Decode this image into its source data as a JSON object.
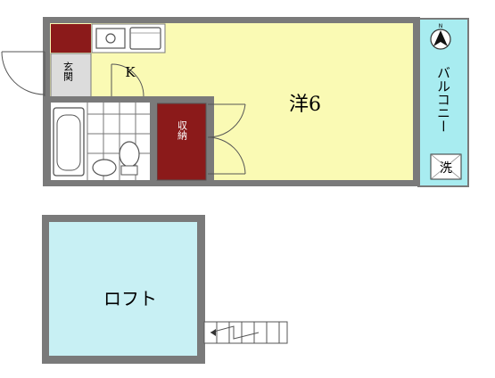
{
  "rooms": {
    "main_room": "洋6",
    "kitchen": "K",
    "entrance": "玄関",
    "storage": "収納",
    "balcony": "バルコニー",
    "washer": "洗",
    "loft": "ロフト"
  },
  "compass": {
    "north": "N"
  },
  "colors": {
    "wall": "#7a7a7a",
    "main_room_fill": "#fafab4",
    "balcony_fill": "#a8ecf0",
    "loft_fill": "#c8f0f4",
    "storage_fill": "#8b1a1a",
    "entrance_fill": "#dcdcdc",
    "bath_fill": "#ffffff",
    "tile_line": "#777777"
  }
}
